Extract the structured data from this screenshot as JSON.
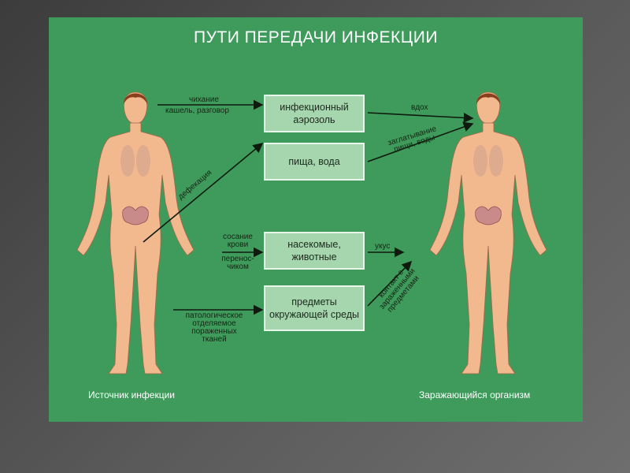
{
  "title": "ПУТИ ПЕРЕДАЧИ ИНФЕКЦИИ",
  "boxes": [
    "инфекционный аэрозоль",
    "пища, вода",
    "насекомые, животные",
    "предметы окружающей среды"
  ],
  "labels": {
    "sneeze": "чихание",
    "cough": "кашель, разговор",
    "defecation": "дефекация",
    "blood1": "сосание",
    "blood2": "крови",
    "carrier1": "перенос-",
    "carrier2": "чиком",
    "patho1": "патологическое",
    "patho2": "отделяемое",
    "patho3": "пораженных",
    "patho4": "тканей",
    "inhale": "вдох",
    "swallow1": "заглатывание",
    "swallow2": "пищи, воды",
    "bite": "укус",
    "contact1": "контакт с",
    "contact2": "зараженными",
    "contact3": "предметами"
  },
  "captions": {
    "source": "Источник инфекции",
    "recipient": "Заражающийся организм"
  },
  "colors": {
    "panel": "#3f9b5b",
    "box": "#a6d6ae",
    "skin": "#f2b88e"
  }
}
